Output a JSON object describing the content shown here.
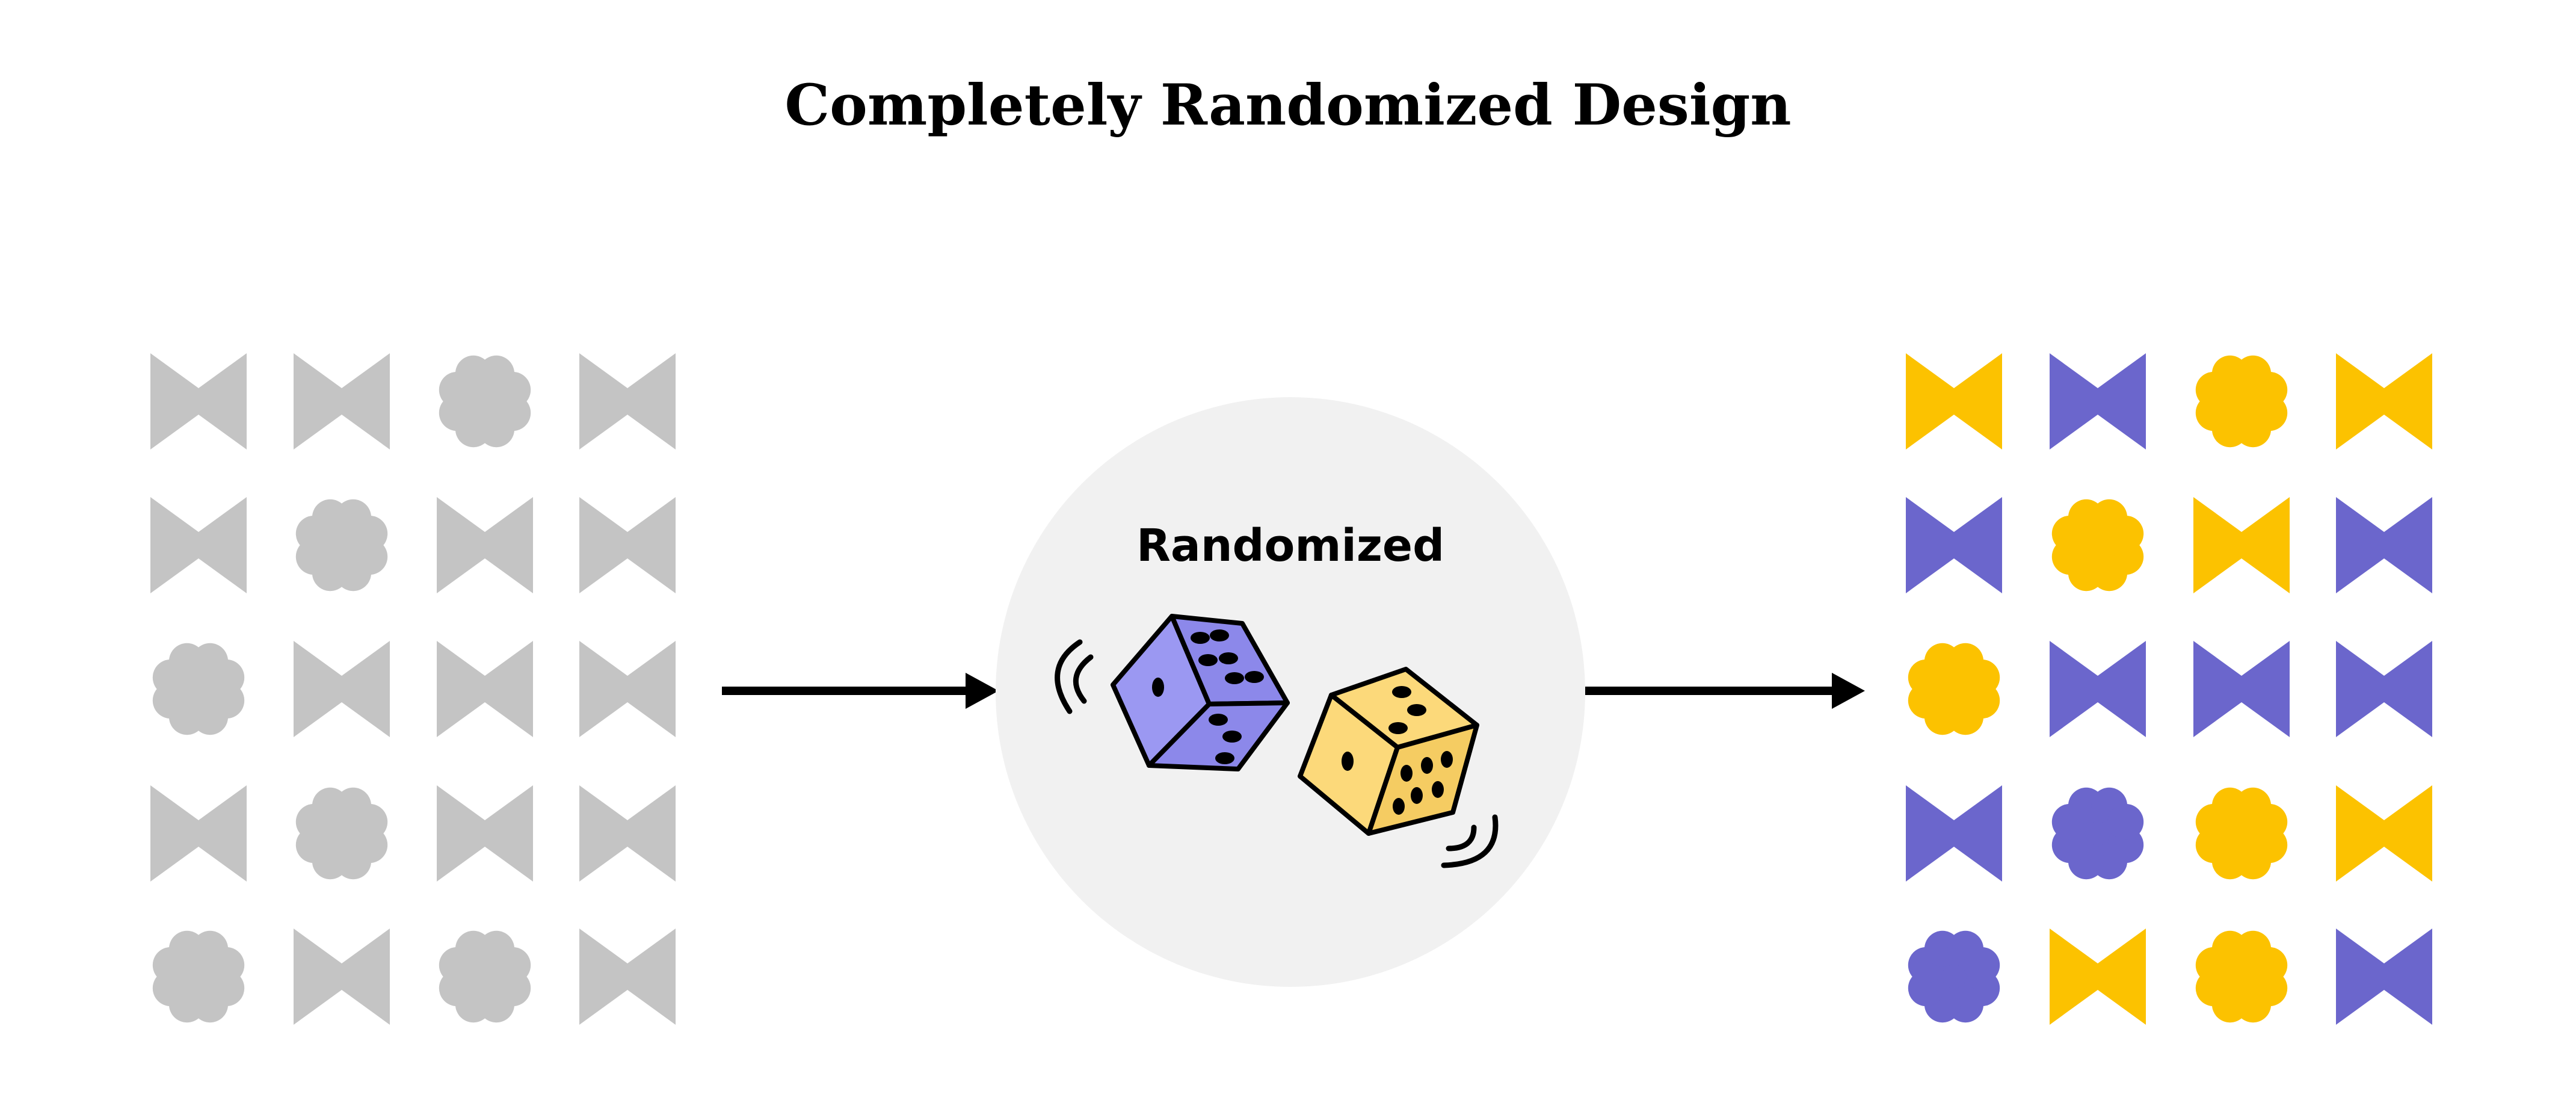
{
  "title": "Completely Randomized Design",
  "center_label": "Randomized",
  "colors": {
    "gray": "#c4c4c4",
    "purple": "#6b66cc",
    "yellow": "#fcc200",
    "circle": "#f1f1f1",
    "arrow": "#000000",
    "die_purple": "#9b98f2",
    "die_yellow": "#fcd97a"
  },
  "icons": [
    "bowtie-icon",
    "flower-icon",
    "die-icon",
    "shake-lines-icon",
    "arrow-icon"
  ],
  "before_grid": [
    [
      "bowtie",
      "bowtie",
      "flower",
      "bowtie"
    ],
    [
      "bowtie",
      "flower",
      "bowtie",
      "bowtie"
    ],
    [
      "flower",
      "bowtie",
      "bowtie",
      "bowtie"
    ],
    [
      "bowtie",
      "flower",
      "bowtie",
      "bowtie"
    ],
    [
      "flower",
      "bowtie",
      "flower",
      "bowtie"
    ]
  ],
  "after_grid": [
    [
      {
        "shape": "bowtie",
        "color": "yellow"
      },
      {
        "shape": "bowtie",
        "color": "purple"
      },
      {
        "shape": "flower",
        "color": "yellow"
      },
      {
        "shape": "bowtie",
        "color": "yellow"
      }
    ],
    [
      {
        "shape": "bowtie",
        "color": "purple"
      },
      {
        "shape": "flower",
        "color": "yellow"
      },
      {
        "shape": "bowtie",
        "color": "yellow"
      },
      {
        "shape": "bowtie",
        "color": "purple"
      }
    ],
    [
      {
        "shape": "flower",
        "color": "yellow"
      },
      {
        "shape": "bowtie",
        "color": "purple"
      },
      {
        "shape": "bowtie",
        "color": "purple"
      },
      {
        "shape": "bowtie",
        "color": "purple"
      }
    ],
    [
      {
        "shape": "bowtie",
        "color": "purple"
      },
      {
        "shape": "flower",
        "color": "purple"
      },
      {
        "shape": "flower",
        "color": "yellow"
      },
      {
        "shape": "bowtie",
        "color": "yellow"
      }
    ],
    [
      {
        "shape": "flower",
        "color": "purple"
      },
      {
        "shape": "bowtie",
        "color": "yellow"
      },
      {
        "shape": "flower",
        "color": "yellow"
      },
      {
        "shape": "bowtie",
        "color": "purple"
      }
    ]
  ]
}
